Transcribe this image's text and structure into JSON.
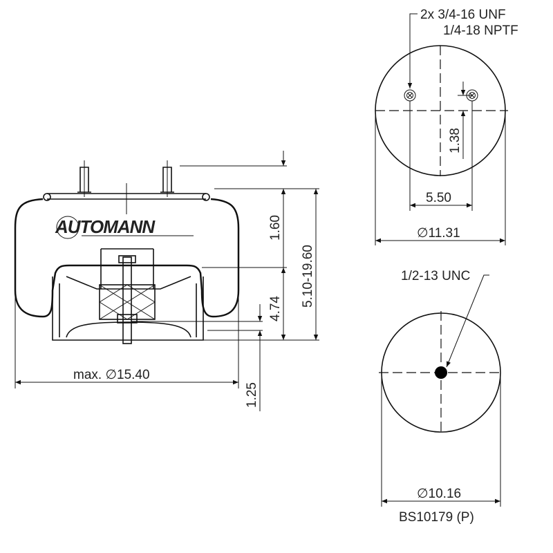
{
  "side_view": {
    "logo_text": "AUTOMANN",
    "dim_diameter": "max. ∅15.40",
    "dim_top": "1.60",
    "dim_height_range": "5.10-19.60",
    "dim_piston": "4.74",
    "dim_bottom": "1.25"
  },
  "top_view": {
    "thread_label_1": "2x 3/4-16 UNF",
    "thread_label_2": "1/4-18 NPTF",
    "dim_offset": "1.38",
    "dim_spacing": "5.50",
    "dim_diameter": "∅11.31"
  },
  "bottom_view": {
    "thread_label": "1/2-13 UNC",
    "dim_diameter": "∅10.16",
    "part_number": "BS10179 (P)"
  },
  "colors": {
    "line": "#111111",
    "background": "#ffffff"
  }
}
